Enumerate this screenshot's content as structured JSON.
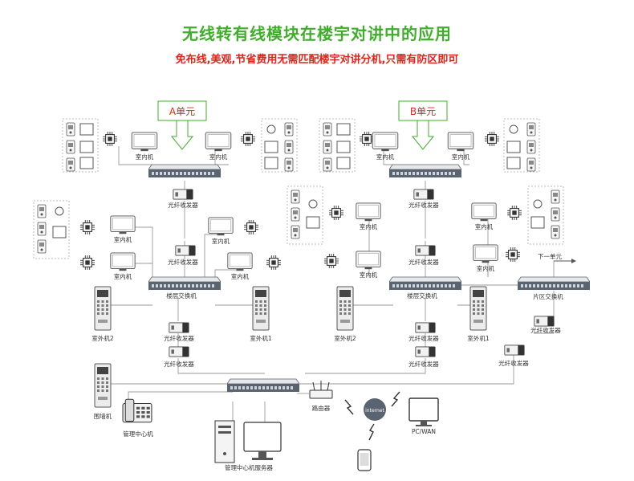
{
  "title": "无线转有线模块在楼宇对讲中的应用",
  "subtitle": "免布线,美观,节省费用无需匹配楼宇对讲分机,只需有防区即可",
  "units": {
    "a": "A单元",
    "b": "B单元"
  },
  "labels": {
    "indoor": "室内机",
    "fiber": "光纤收发器",
    "floor_switch": "楼层交换机",
    "zone_switch": "片区交换机",
    "outdoor1": "室外机1",
    "outdoor2": "室外机2",
    "wall": "围墙机",
    "mgmt": "管理中心机",
    "server": "管理中心机服务器",
    "router": "路由器",
    "internet": "internet",
    "pc": "PC/WAN",
    "next_unit": "下一单元"
  },
  "colors": {
    "title": "#3fae2a",
    "accent": "#e2231a",
    "line": "#9a9a9a",
    "switch": "#5a6470"
  }
}
